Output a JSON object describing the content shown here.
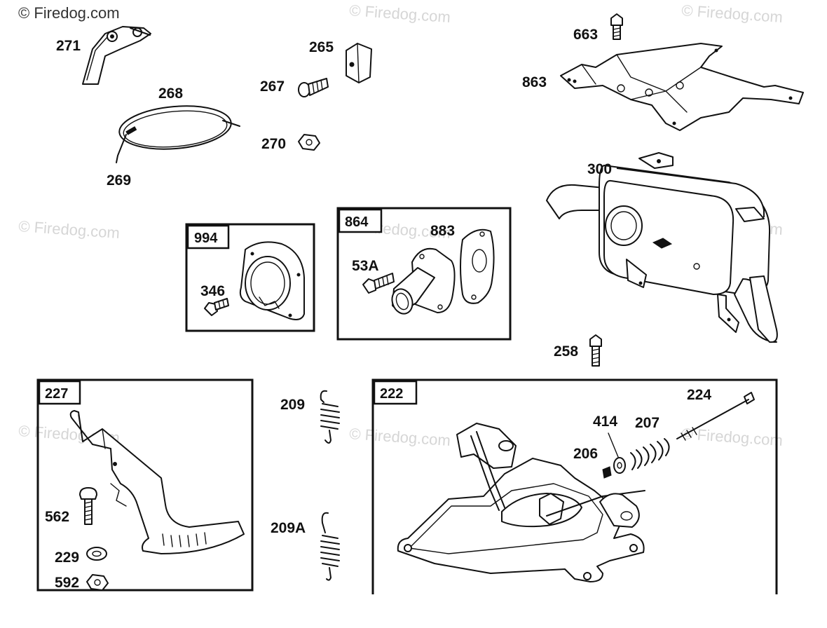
{
  "watermark": {
    "primary": "© Firedog.com",
    "repeat": "© Firedog.com"
  },
  "boxes": {
    "box_994": "994",
    "box_864": "864",
    "box_227": "227",
    "box_222": "222"
  },
  "labels": {
    "p271": "271",
    "p268": "268",
    "p269": "269",
    "p265": "265",
    "p267": "267",
    "p270": "270",
    "p663": "663",
    "p863": "863",
    "p300": "300",
    "p346": "346",
    "p53a": "53A",
    "p883": "883",
    "p258": "258",
    "p209": "209",
    "p209a": "209A",
    "p562": "562",
    "p229": "229",
    "p592": "592",
    "p224": "224",
    "p414": "414",
    "p207": "207",
    "p206": "206"
  }
}
